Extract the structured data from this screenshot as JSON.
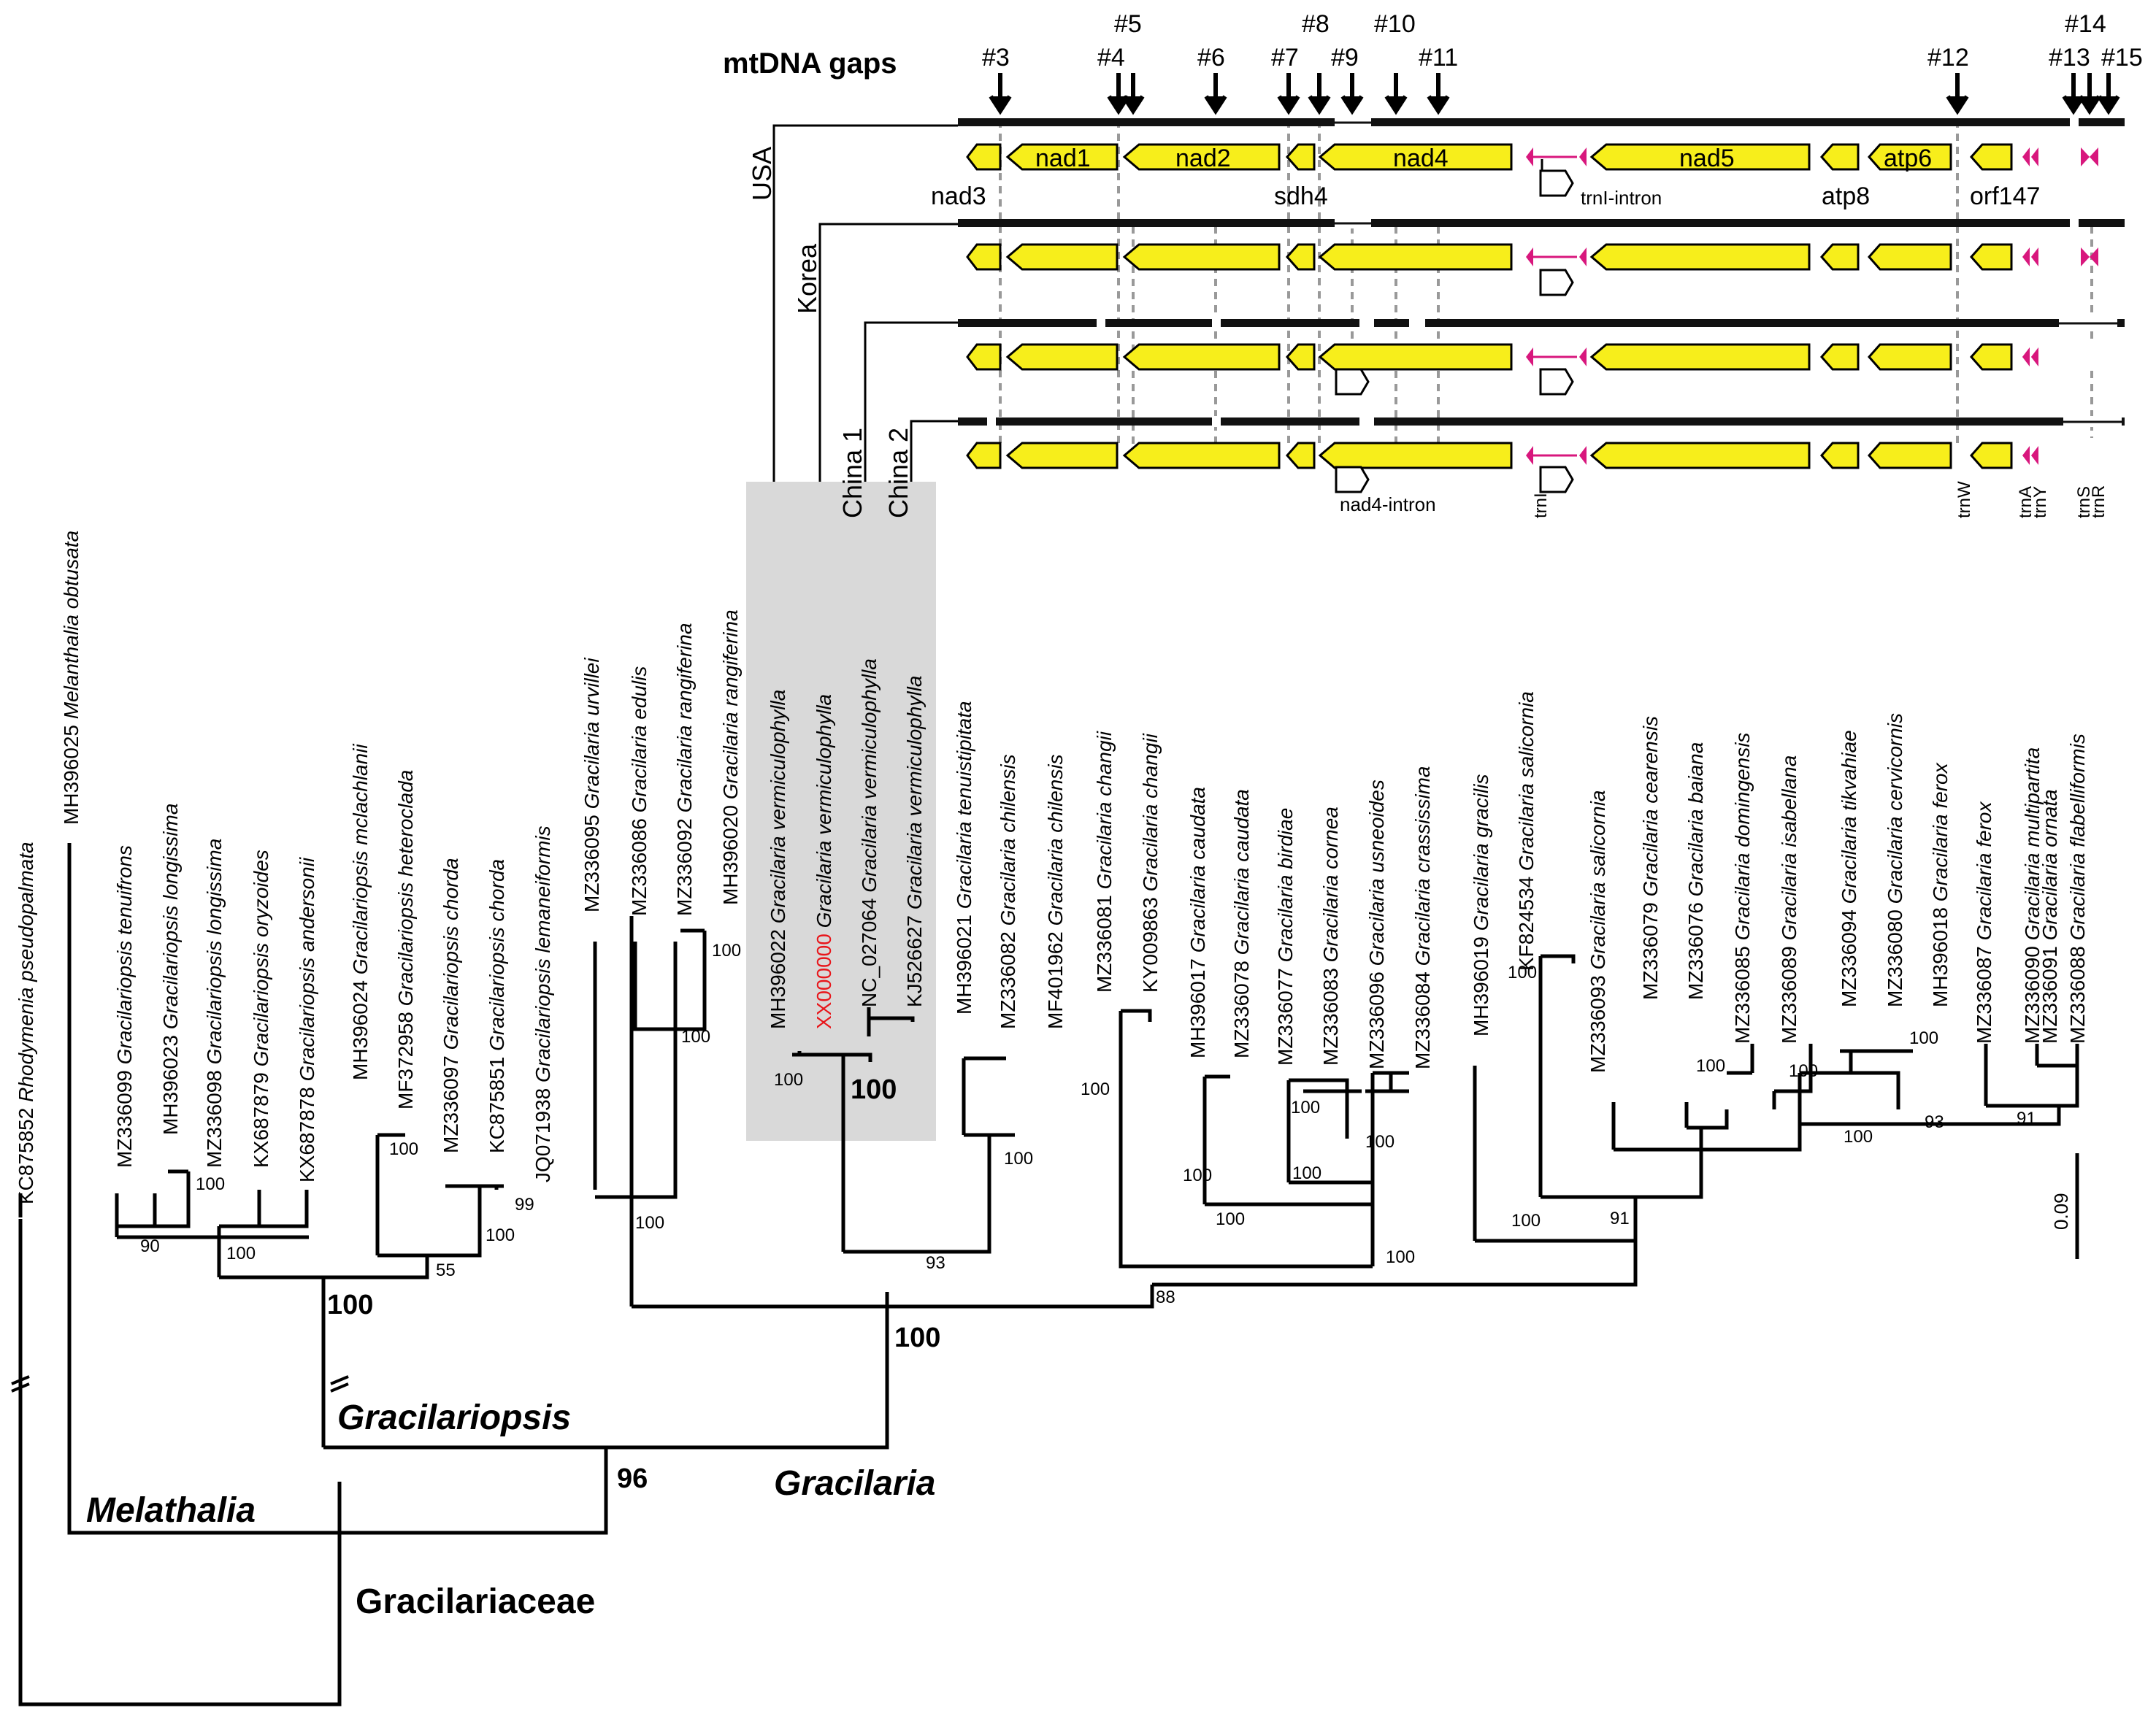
{
  "title": "mtDNA gaps",
  "gaps": [
    "#3",
    "#4",
    "#5",
    "#6",
    "#7",
    "#8",
    "#9",
    "#10",
    "#11",
    "#12",
    "#13",
    "#14",
    "#15"
  ],
  "genes": {
    "nad3": "nad3",
    "nad1": "nad1",
    "nad2": "nad2",
    "sdh4": "sdh4",
    "nad4": "nad4",
    "nad5": "nad5",
    "atp8": "atp8",
    "atp6": "atp6",
    "orf147": "orf147",
    "trnI_intron": "trnI-intron",
    "nad4_intron": "nad4-intron",
    "trnI": "trnI",
    "trnW": "trnW",
    "trnA": "trnA",
    "trnY": "trnY",
    "trnS": "trnS",
    "trnR": "trnR"
  },
  "genomes": [
    "USA",
    "Korea",
    "China 1",
    "China 2"
  ],
  "taxa": [
    {
      "acc": "KC875852",
      "species": "Rhodymenia pseudopalmata"
    },
    {
      "acc": "MH396025",
      "species": "Melanthalia obtusata"
    },
    {
      "acc": "MZ336099",
      "species": "Gracilariopsis tenuifrons"
    },
    {
      "acc": "MH396023",
      "species": "Gracilariopsis longissima"
    },
    {
      "acc": "MZ336098",
      "species": "Gracilariopsis longissima"
    },
    {
      "acc": "KX687879",
      "species": "Gracilariopsis oryzoides"
    },
    {
      "acc": "KX687878",
      "species": "Gracilariopsis andersonii"
    },
    {
      "acc": "MH396024",
      "species": "Gracilariopsis mclachlanii"
    },
    {
      "acc": "MF372958",
      "species": "Gracilariopsis heteroclada"
    },
    {
      "acc": "MZ336097",
      "species": "Gracilariopsis chorda"
    },
    {
      "acc": "KC875851",
      "species": "Gracilariopsis chorda"
    },
    {
      "acc": "JQ071938",
      "species": "Gracilariopsis lemaneiformis"
    },
    {
      "acc": "MZ336095",
      "species": "Gracilaria urvillei"
    },
    {
      "acc": "MZ336086",
      "species": "Gracilaria edulis"
    },
    {
      "acc": "MZ336092",
      "species": "Gracilaria rangiferina"
    },
    {
      "acc": "MH396020",
      "species": "Gracilaria rangiferina"
    },
    {
      "acc": "MH396022",
      "species": "Gracilaria vermiculophylla"
    },
    {
      "acc": "XX000000",
      "species": "Gracilaria vermiculophylla"
    },
    {
      "acc": "NC_027064",
      "species": "Gracilaria vermiculophylla"
    },
    {
      "acc": "KJ526627",
      "species": "Gracilaria vermiculophylla"
    },
    {
      "acc": "MH396021",
      "species": "Gracilaria tenuistipitata"
    },
    {
      "acc": "MZ336082",
      "species": "Gracilaria chilensis"
    },
    {
      "acc": "MF401962",
      "species": "Gracilaria chilensis"
    },
    {
      "acc": "MZ336081",
      "species": "Gracilaria changii"
    },
    {
      "acc": "KY009863",
      "species": "Gracilaria changii"
    },
    {
      "acc": "MH396017",
      "species": "Gracilaria caudata"
    },
    {
      "acc": "MZ336078",
      "species": "Gracilaria caudata"
    },
    {
      "acc": "MZ336077",
      "species": "Gracilaria birdiae"
    },
    {
      "acc": "MZ336083",
      "species": "Gracilaria cornea"
    },
    {
      "acc": "MZ336096",
      "species": "Gracilaria usneoides"
    },
    {
      "acc": "MZ336084",
      "species": "Gracilaria crassissima"
    },
    {
      "acc": "MH396019",
      "species": "Gracilaria gracilis"
    },
    {
      "acc": "KF824534",
      "species": "Gracilaria salicornia"
    },
    {
      "acc": "MZ336093",
      "species": "Gracilaria salicornia"
    },
    {
      "acc": "MZ336079",
      "species": "Gracilaria cearensis"
    },
    {
      "acc": "MZ336076",
      "species": "Gracilaria baiana"
    },
    {
      "acc": "MZ336085",
      "species": "Gracilaria domingensis"
    },
    {
      "acc": "MZ336089",
      "species": "Gracilaria isabellana"
    },
    {
      "acc": "MZ336094",
      "species": "Gracilaria tikvahiae"
    },
    {
      "acc": "MZ336080",
      "species": "Gracilaria cervicornis"
    },
    {
      "acc": "MH396018",
      "species": "Gracilaria ferox"
    },
    {
      "acc": "MZ336087",
      "species": "Gracilaria ferox"
    },
    {
      "acc": "MZ336090",
      "species": "Gracilaria multipartita"
    },
    {
      "acc": "MZ336088",
      "species": "Gracilaria flabelliformis"
    },
    {
      "acc": "MZ336091",
      "species": "Gracilaria ornata"
    }
  ],
  "support": {
    "s90": "90",
    "s100a": "100",
    "s100b": "100",
    "s100c": "100",
    "s55": "55",
    "s99": "99",
    "s100d": "100",
    "s100e": "100",
    "s100f": "100",
    "s100_verm1": "100",
    "s100_verm2": "100",
    "s100_verm": "100",
    "s100_chil": "100",
    "s93": "93",
    "s88": "88",
    "s100_chang": "100",
    "s100_caud": "100",
    "s100_birdie": "100",
    "s100_corn": "100",
    "s100_cg": "100",
    "s100_big": "100",
    "s100_sal": "100",
    "s100_sal2": "100",
    "s91a": "91",
    "s100_bai": "100",
    "s100_isa": "100",
    "s100_cerv": "100",
    "s93b": "93",
    "s91b": "91",
    "s100_fer": "100",
    "s100_grac": "100",
    "s96": "96"
  },
  "clades": {
    "gracilariopsis": "Gracilariopsis",
    "gracilaria": "Gracilaria",
    "melathalia": "Melathalia",
    "gracilariaceae": "Gracilariaceae"
  },
  "scale": "0.09",
  "colors": {
    "gene_fill": "#f7ee1b",
    "trna": "#d8177d",
    "highlight_box": "#d9d9d9",
    "new_acc": "#e8161b"
  }
}
